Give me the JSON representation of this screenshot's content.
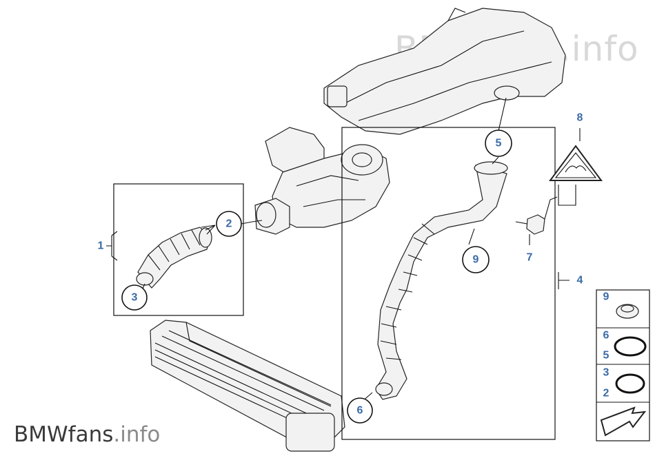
{
  "watermark": {
    "top": "BMWfans.info",
    "bottom_brand": "BMWfans",
    "bottom_ext": ".info"
  },
  "callouts": {
    "c1": "1",
    "c2": "2",
    "c3": "3",
    "c4": "4",
    "c5": "5",
    "c6": "6",
    "c7": "7",
    "c8": "8",
    "c9": "9"
  },
  "kit": {
    "r1": "9",
    "r2a": "6",
    "r2b": "5",
    "r3a": "3",
    "r3b": "2"
  }
}
